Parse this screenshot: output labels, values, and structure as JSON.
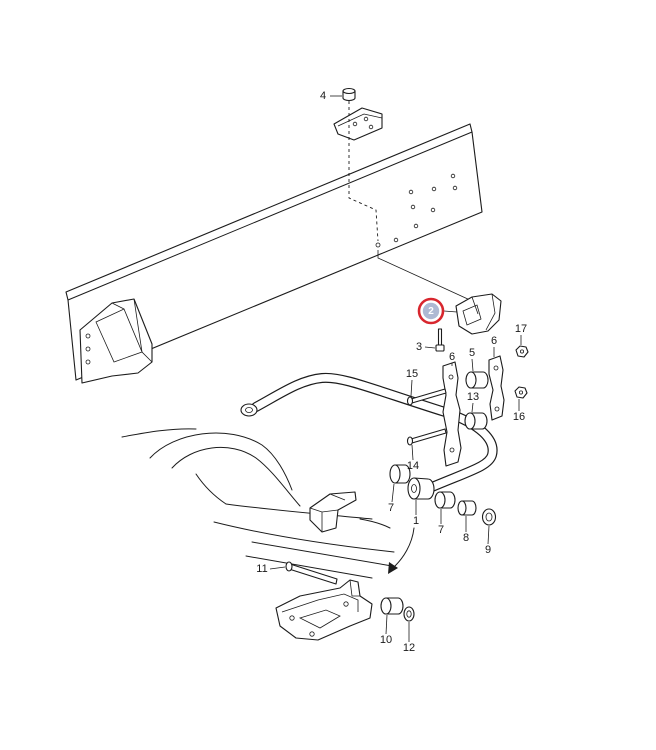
{
  "diagram": {
    "line_color": "#1c1c1c",
    "highlight_ring_color": "#d8262e",
    "highlight_fill_color": "#aeb9d3"
  },
  "callouts": [
    {
      "label": "4"
    },
    {
      "label": "2",
      "highlighted": true
    },
    {
      "label": "3"
    },
    {
      "label": "17"
    },
    {
      "label": "5"
    },
    {
      "label": "6"
    },
    {
      "label": "6"
    },
    {
      "label": "15"
    },
    {
      "label": "13"
    },
    {
      "label": "16"
    },
    {
      "label": "14"
    },
    {
      "label": "7"
    },
    {
      "label": "1"
    },
    {
      "label": "7"
    },
    {
      "label": "8"
    },
    {
      "label": "9"
    },
    {
      "label": "11"
    },
    {
      "label": "10"
    },
    {
      "label": "12"
    }
  ]
}
